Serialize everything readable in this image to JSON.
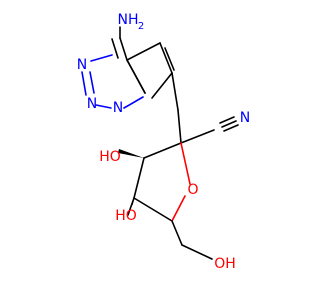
{
  "molecule": {
    "atoms": {
      "n_top_left": "N",
      "n_left_bottom": "N",
      "n_bridge": "N",
      "n_nitrile": "N",
      "nh2_top": "NH",
      "nh2_sub": "2",
      "o_ring": "O",
      "ho_left": "HO",
      "ho_bottom": "HO",
      "oh_right": "OH",
      "c_nitrile": "C"
    },
    "colors": {
      "nitrogen": "#0000ff",
      "oxygen": "#ff0000",
      "carbon": "#000000"
    }
  }
}
